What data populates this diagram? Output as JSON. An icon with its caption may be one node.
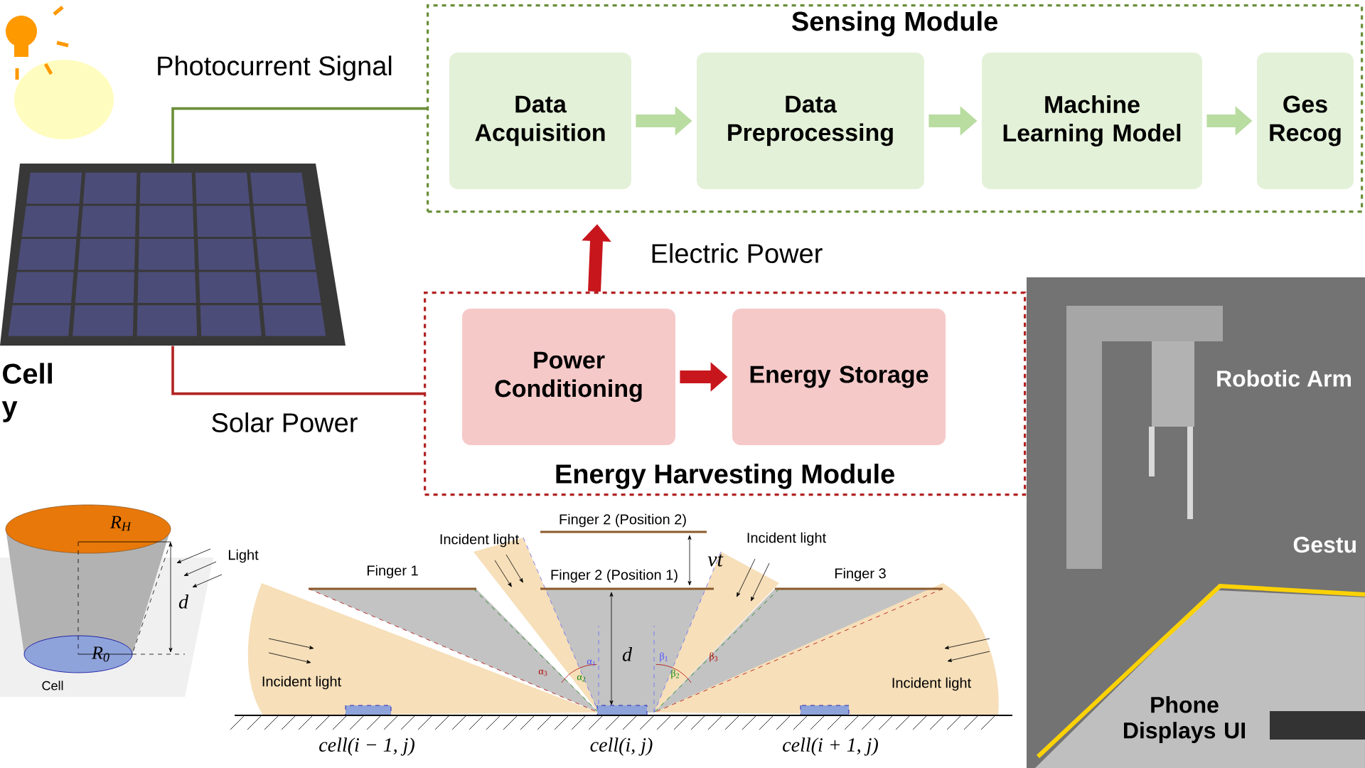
{
  "diagram": {
    "nodes": [
      {
        "text": [
          "Sensing Module"
        ]
      },
      {
        "text": [
          "Data Acquisition"
        ],
        "in": 0
      },
      {
        "text": [
          "Data Preprocessing"
        ],
        "in": 0
      },
      {
        "text": [
          "Machine Learning Model"
        ],
        "in": 0
      },
      {
        "text": [
          "Ges Recog"
        ],
        "in": 0
      },
      {
        "text": [
          "Energy Harvesting Module"
        ]
      },
      {
        "text": [
          "Power Conditioning"
        ],
        "in": 5
      },
      {
        "text": [
          "Energy Storage"
        ],
        "in": 5
      },
      {
        "text": [],
        "shape": "picture",
        "beside": [
          "Cell y"
        ]
      }
    ],
    "edges": [
      {
        "from": 8,
        "to": 0,
        "arrow": "none",
        "label": "Photocurrent Signal",
        "color": "#6b8e3a"
      },
      {
        "from": 1,
        "to": 2,
        "arrow": "to",
        "color": "#b9dca0"
      },
      {
        "from": 2,
        "to": 3,
        "arrow": "to",
        "color": "#b9dca0"
      },
      {
        "from": 3,
        "to": 4,
        "arrow": "to",
        "color": "#b9dca0"
      },
      {
        "from": 8,
        "to": 5,
        "arrow": "none",
        "label": "Solar Power",
        "color": "#b22222"
      },
      {
        "from": 6,
        "to": 7,
        "arrow": "to",
        "color": "#c8161d"
      },
      {
        "from": 5,
        "to": 0,
        "arrow": "to",
        "label": "Electric Power",
        "color": "#c8161d"
      }
    ],
    "labels": [
      "Light",
      "R$_{H}$",
      "d",
      "R$_{0}$",
      "Cell",
      "Finger 2 (Position 2)",
      "Incident light",
      "Incident light",
      "vt",
      "Finger 1",
      "Finger 2 (Position 1)",
      "Finger 3",
      "d",
      "α$_{1}$",
      "α$_{2}$",
      "α$_{3}$",
      "β$_{1}$",
      "β$_{2}$",
      "β$_{3}$",
      "Incident light",
      "Incident light",
      "cell(i − 1, j)",
      "cell(i, j)",
      "cell(i + 1, j)",
      "Robotic Arm",
      "Gestu",
      "Phone Displays UI"
    ]
  }
}
